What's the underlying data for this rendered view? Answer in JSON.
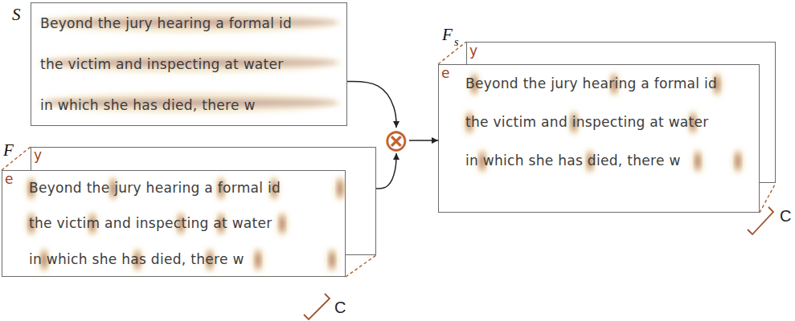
{
  "diagram": {
    "nodes": [
      {
        "text": [
          "S",
          "Beyond the jury hearing a formal id",
          "the victim and inspecting at water",
          "in which she has died, there w"
        ]
      },
      {
        "text": [
          "F",
          "y"
        ]
      },
      {
        "text": [
          "e",
          "Beyond the jury hearing a formal id",
          "the victim and inspecting at water",
          "in which she has died, there w"
        ]
      },
      {
        "text": [
          "⊗"
        ]
      },
      {
        "text": [
          "F",
          "s",
          "y"
        ]
      },
      {
        "text": [
          "e",
          "Beyond the jury hearing a formal id",
          "the victim and inspecting at water",
          "in which she has died, there w"
        ]
      }
    ],
    "edges": [
      {
        "from": 0,
        "to": 3,
        "arrow": "to"
      },
      {
        "from": 1,
        "to": 3,
        "arrow": "to"
      },
      {
        "from": 3,
        "to": 5,
        "arrow": "to"
      }
    ],
    "labels": [
      "C",
      "C"
    ]
  }
}
